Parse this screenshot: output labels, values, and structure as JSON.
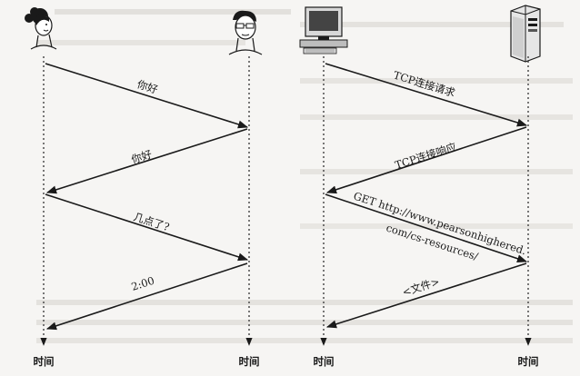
{
  "left_panel": {
    "messages": [
      {
        "label": "你好"
      },
      {
        "label": "你好"
      },
      {
        "label": "几点了?"
      },
      {
        "label": "2:00"
      }
    ],
    "time_labels": [
      "时间",
      "时间"
    ]
  },
  "right_panel": {
    "messages": [
      {
        "label": "TCP连接请求"
      },
      {
        "label": "TCP连接响应"
      },
      {
        "label": "GET http://www.pearsonhighered.",
        "label2": "com/cs-resources/"
      },
      {
        "label": "<文件>"
      }
    ],
    "time_labels": [
      "时间",
      "时间"
    ]
  },
  "icons": [
    "woman-person-icon",
    "man-person-icon",
    "desktop-computer-icon",
    "server-tower-icon"
  ],
  "colors": {
    "line": "#1a1a1a",
    "dotted": "#333333",
    "background": "#f6f5f3"
  }
}
